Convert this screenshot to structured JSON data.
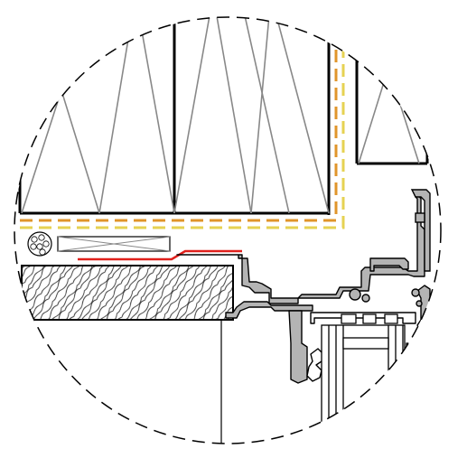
{
  "figure": {
    "kind": "architectural-section-detail",
    "view": "circular-callout",
    "colors": {
      "background": "#ffffff",
      "line": "#000000",
      "insulation_hatch": "#888888",
      "membrane_orange": "#e0952b",
      "membrane_yellow": "#e6d252",
      "flashing_red": "#e0201c",
      "aluminium_fill": "#b4b4b4",
      "glass_fill": "#ffffff",
      "timber_fill": "#ffffff"
    },
    "components": [
      "insulation-panel",
      "vapour-membrane",
      "backer-rod",
      "compressible-tape",
      "flashing",
      "timber-sill",
      "aluminium-frame",
      "glazing-unit"
    ]
  }
}
